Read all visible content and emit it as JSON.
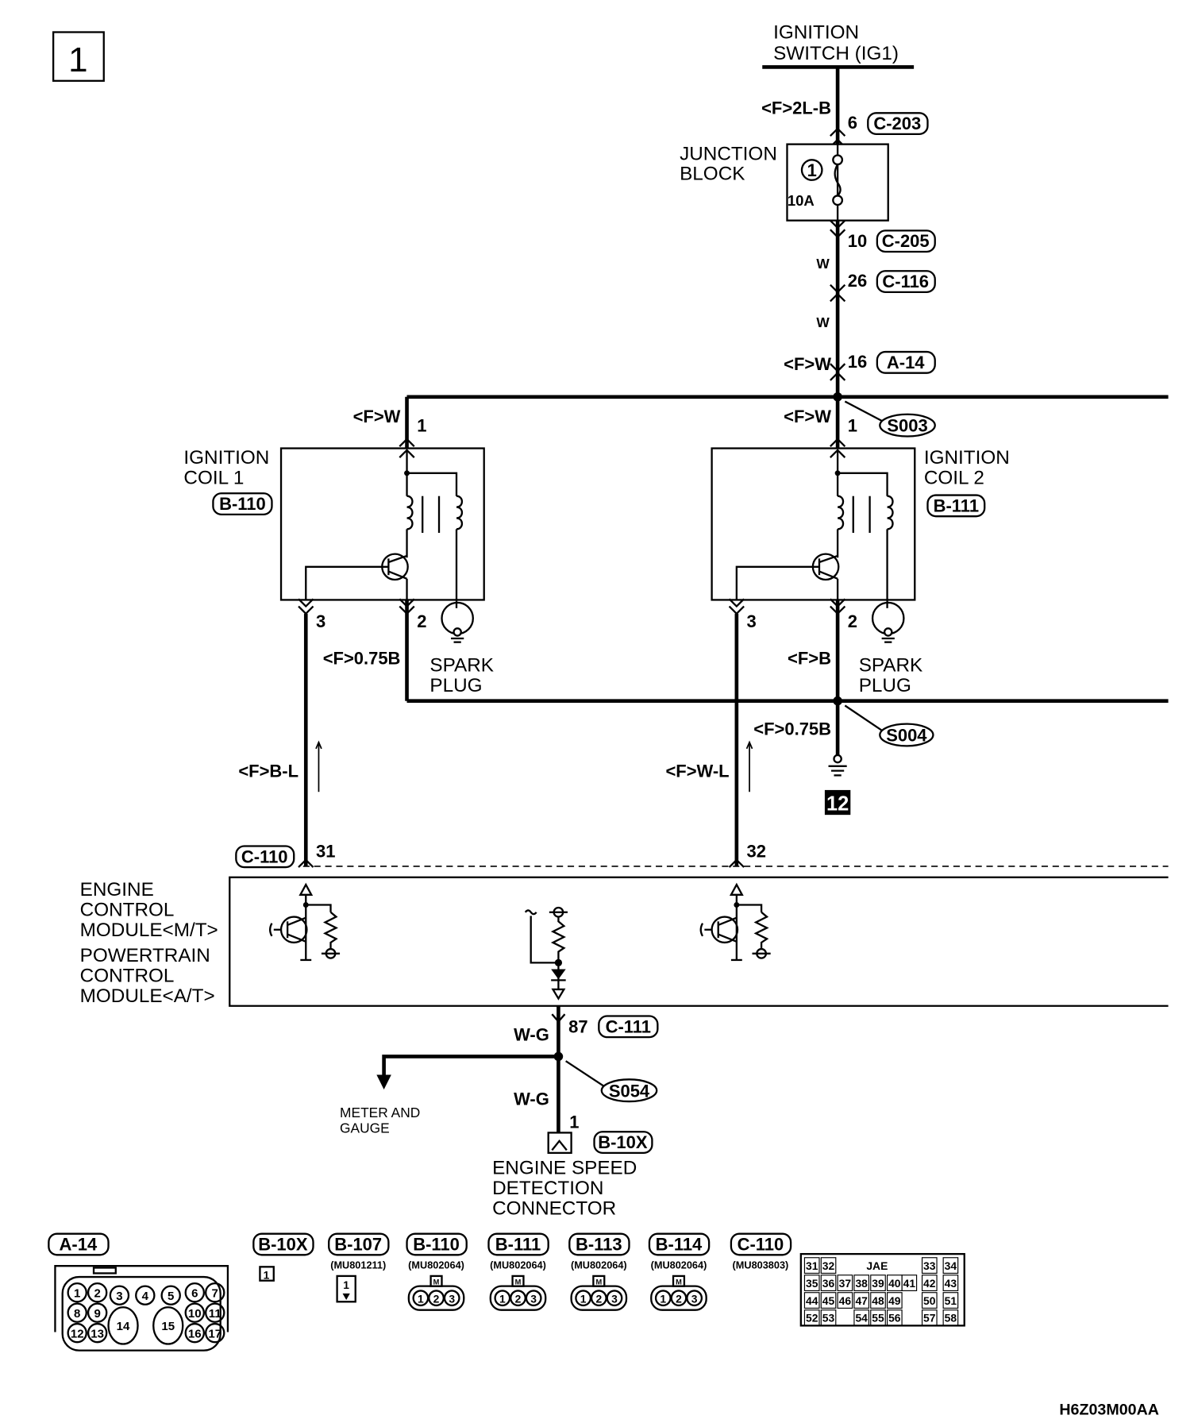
{
  "diagram_number": "1",
  "ignition_switch": {
    "line1": "IGNITION",
    "line2": "SWITCH (IG1)"
  },
  "junction_block": {
    "line1": "JUNCTION",
    "line2": "BLOCK",
    "fuse_number": "1",
    "fuse_rating": "10A"
  },
  "wire_labels": {
    "ig_to_jb": "<F>2L-B",
    "w1": "W",
    "w2": "W",
    "fw_main": "<F>W",
    "fw_coil1": "<F>W",
    "fw_coil2": "<F>W",
    "coil1_ground": "<F>0.75B",
    "coil2_ground": "<F>B",
    "ground_to_earth": "<F>0.75B",
    "coil1_signal": "<F>B-L",
    "coil2_signal": "<F>W-L",
    "ecm_out": "W-G",
    "to_connector": "W-G"
  },
  "pins": {
    "c203": "6",
    "c205": "10",
    "c116": "26",
    "a14": "16",
    "coil1_pin1": "1",
    "coil2_pin1": "1",
    "coil1_pin3": "3",
    "coil1_pin2": "2",
    "coil2_pin3": "3",
    "coil2_pin2": "2",
    "ecm_31": "31",
    "ecm_32": "32",
    "ecm_87": "87",
    "b10x": "1"
  },
  "connectors": {
    "c203": "C-203",
    "c205": "C-205",
    "c116": "C-116",
    "a14": "A-14",
    "b110": "B-110",
    "b111": "B-111",
    "c110": "C-110",
    "c111": "C-111",
    "b10x": "B-10X"
  },
  "splices": {
    "s003": "S003",
    "s004": "S004",
    "s054": "S054"
  },
  "ground_number": "12",
  "coil1": {
    "line1": "IGNITION",
    "line2": "COIL 1"
  },
  "coil2": {
    "line1": "IGNITION",
    "line2": "COIL 2"
  },
  "spark_plug1": {
    "line1": "SPARK",
    "line2": "PLUG"
  },
  "spark_plug2": {
    "line1": "SPARK",
    "line2": "PLUG"
  },
  "ecm": {
    "lines": [
      "ENGINE",
      "CONTROL",
      "MODULE<M/T>",
      "POWERTRAIN",
      "CONTROL",
      "MODULE<A/T>"
    ]
  },
  "meter": {
    "line1": "METER AND",
    "line2": "GAUGE"
  },
  "speed_connector": {
    "line1": "ENGINE SPEED",
    "line2": "DETECTION",
    "line3": "CONNECTOR"
  },
  "connector_legend": [
    {
      "id": "A-14",
      "part": ""
    },
    {
      "id": "B-10X",
      "part": "",
      "pin": "1"
    },
    {
      "id": "B-107",
      "part": "(MU801211)",
      "pin": "1"
    },
    {
      "id": "B-110",
      "part": "(MU802064)"
    },
    {
      "id": "B-111",
      "part": "(MU802064)"
    },
    {
      "id": "B-113",
      "part": "(MU802064)"
    },
    {
      "id": "B-114",
      "part": "(MU802064)"
    },
    {
      "id": "C-110",
      "part": "(MU803803)"
    }
  ],
  "a14_pins": [
    "1",
    "2",
    "3",
    "4",
    "5",
    "6",
    "7",
    "8",
    "9",
    "10",
    "11",
    "12",
    "13",
    "14",
    "15",
    "16",
    "17"
  ],
  "three_pin_labels": [
    "1",
    "2",
    "3"
  ],
  "m_mark": "M",
  "c110_grid": {
    "brand": "JAE",
    "rows": [
      [
        "31",
        "32",
        "",
        "",
        "",
        "",
        "",
        "",
        "33",
        "34"
      ],
      [
        "35",
        "36",
        "37",
        "38",
        "39",
        "40",
        "41",
        "42",
        "43"
      ],
      [
        "44",
        "45",
        "46",
        "47",
        "48",
        "49",
        "50",
        "51"
      ],
      [
        "52",
        "53",
        "54",
        "55",
        "56",
        "57",
        "58"
      ]
    ]
  },
  "figure_code": "H6Z03M00AA"
}
